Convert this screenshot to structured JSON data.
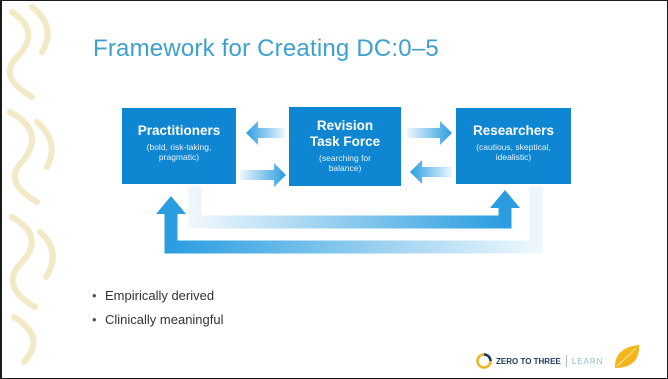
{
  "slide": {
    "title": "Framework for Creating DC:0–5"
  },
  "diagram": {
    "boxes": [
      {
        "title": "Practitioners",
        "subtitle": "(bold, risk-taking, pragmatic)"
      },
      {
        "title": "Revision Task Force",
        "subtitle": "(searching for balance)"
      },
      {
        "title": "Researchers",
        "subtitle": "(cautious, skeptical, idealistic)"
      }
    ]
  },
  "bullets": [
    "Empirically derived",
    "Clinically meaningful"
  ],
  "footer": {
    "org_name": "ZERO TO THREE",
    "learn_label": "LEARN"
  },
  "colors": {
    "title": "#3ea0cf",
    "box": "#0f86d2",
    "arrow": "#2a9de0",
    "side_pattern": "#f2eac6"
  }
}
